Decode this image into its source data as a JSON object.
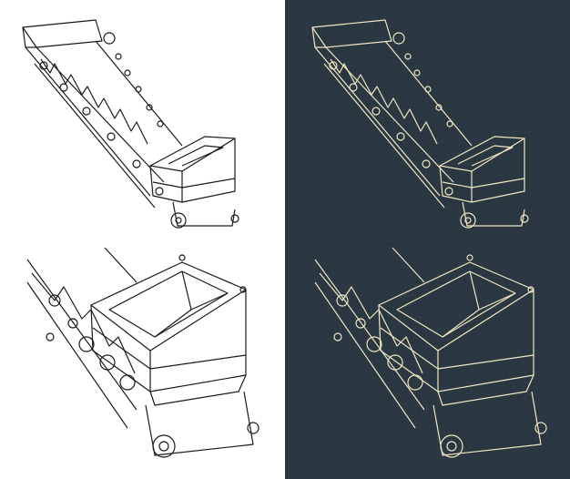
{
  "illustration": {
    "subject": "conveyor-belt-blueprint",
    "panels": [
      {
        "view": "full",
        "style": "line-on-white"
      },
      {
        "view": "full",
        "style": "blueprint"
      },
      {
        "view": "hopper-detail",
        "style": "line-on-white"
      },
      {
        "view": "hopper-detail",
        "style": "blueprint"
      }
    ]
  },
  "colors": {
    "light_bg": "#ffffff",
    "light_line": "#1a1a1a",
    "dark_bg": "#2b3740",
    "dark_grid": "#34434c",
    "dark_line": "#efe6c6"
  }
}
